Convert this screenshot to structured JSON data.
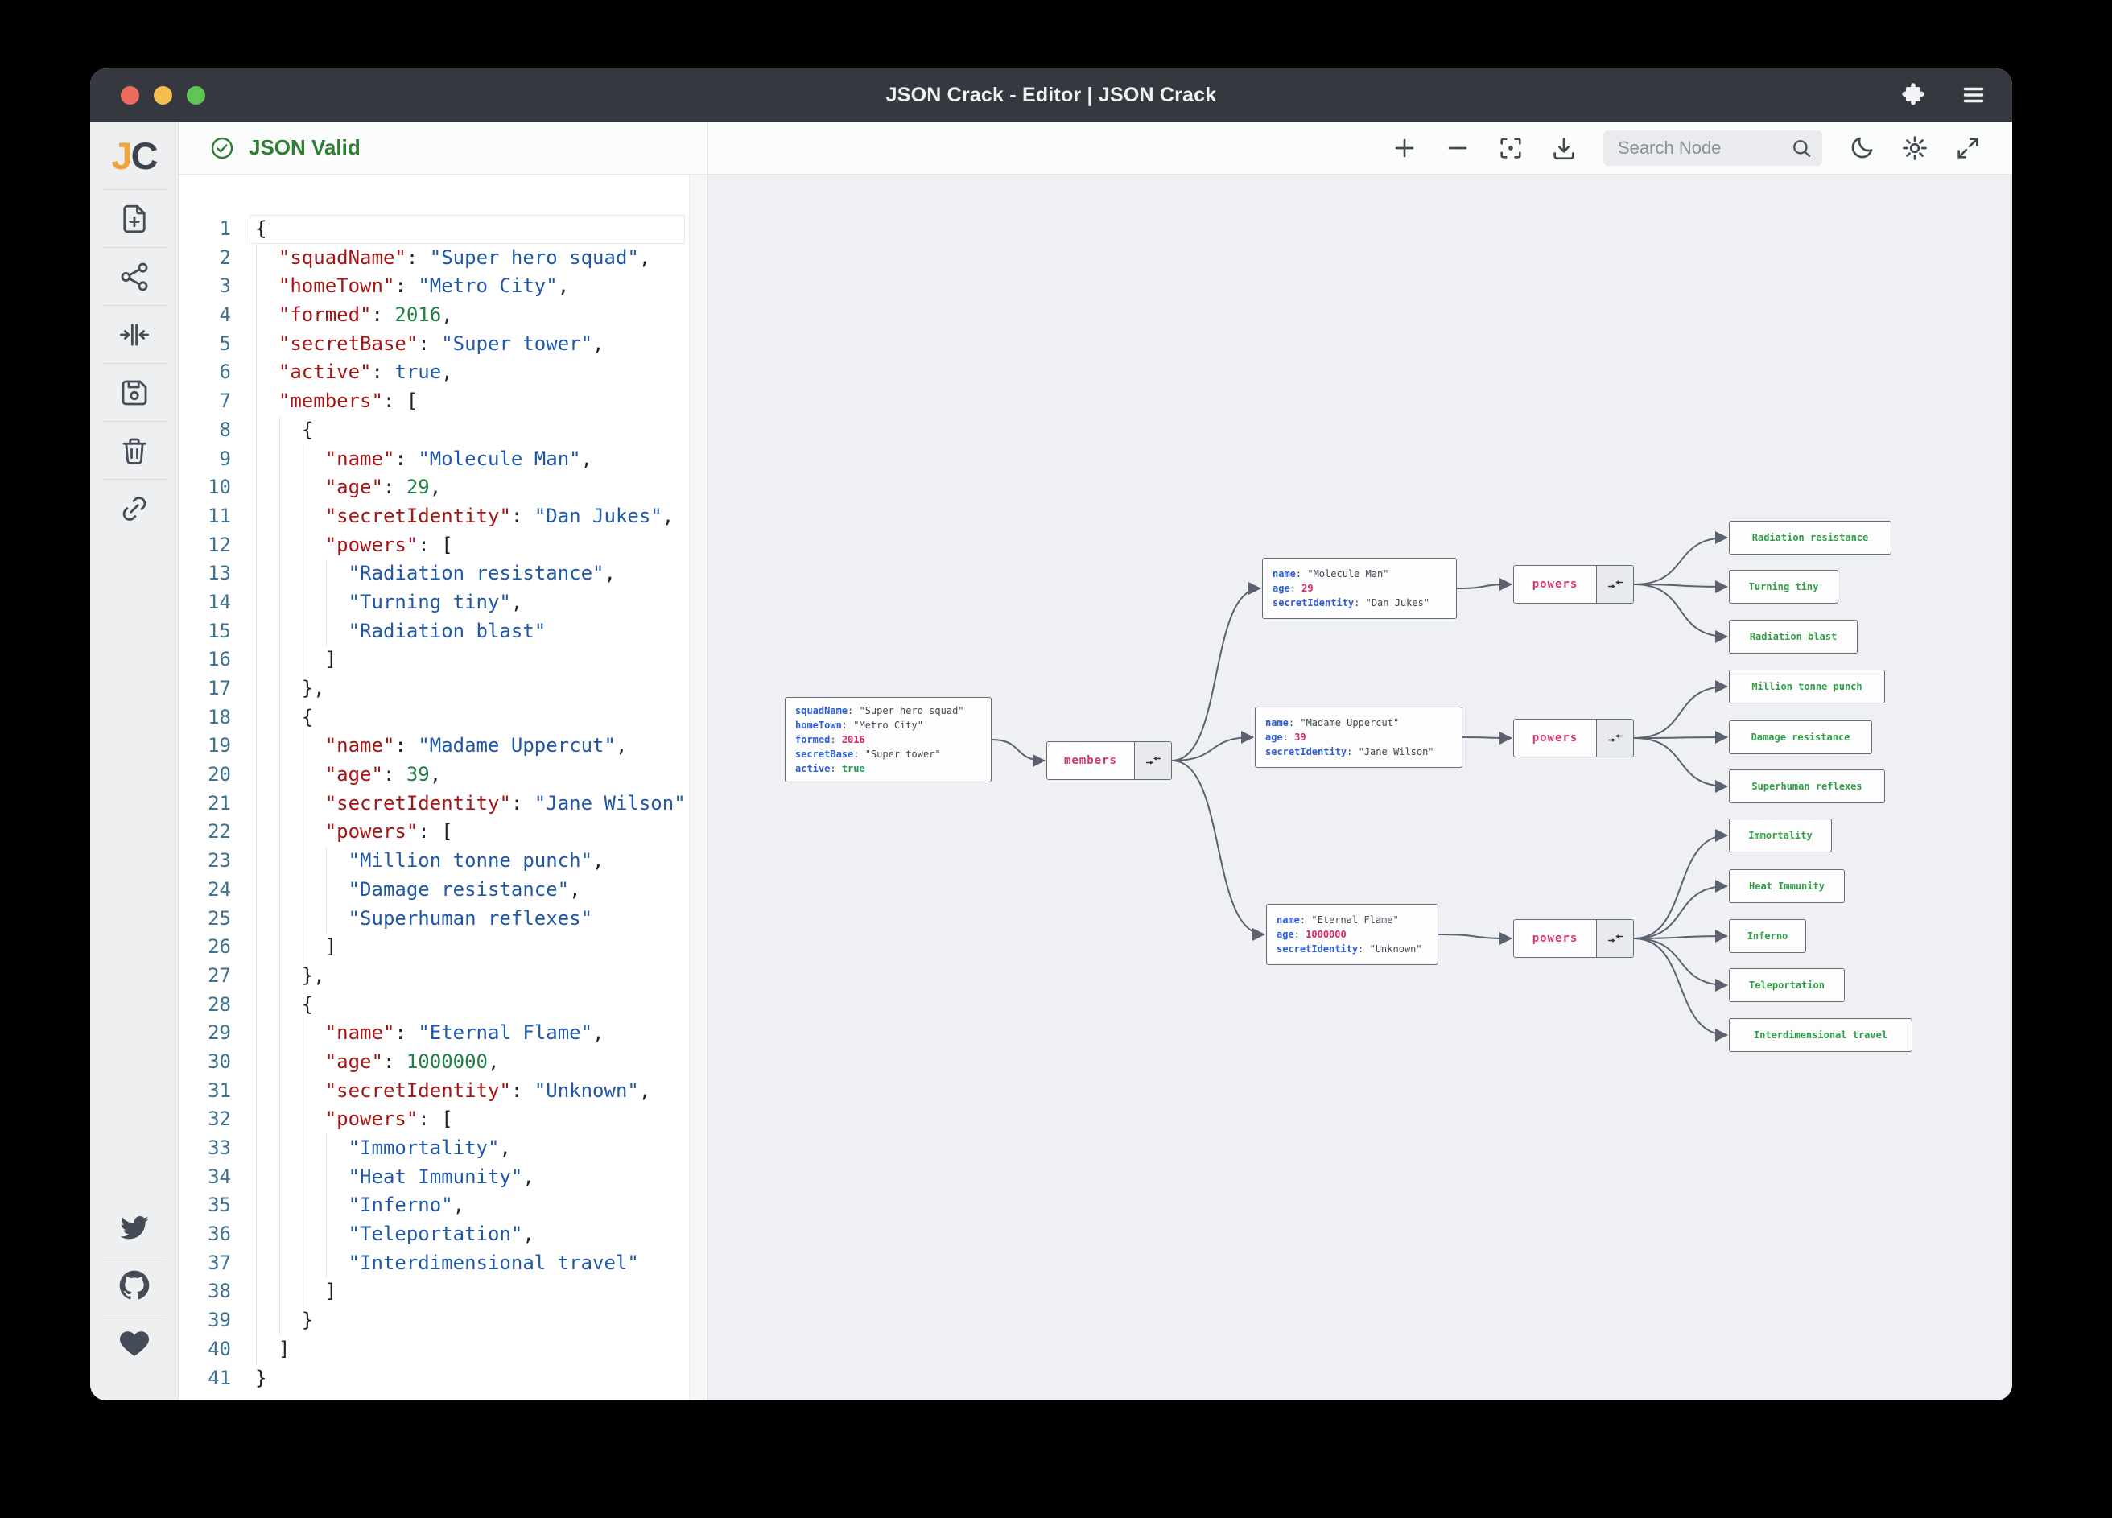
{
  "window": {
    "title": "JSON Crack - Editor | JSON Crack"
  },
  "titlebar": {
    "icons": [
      "close",
      "minimize",
      "zoom",
      "extension-puzzle",
      "menu"
    ]
  },
  "sidebar": {
    "logo": {
      "j": "J",
      "c": "C"
    },
    "icons": [
      "new-file",
      "graph-view",
      "collapse-horizontal",
      "save",
      "delete",
      "link",
      "twitter",
      "github",
      "sponsor-heart"
    ]
  },
  "editor": {
    "status": "JSON Valid",
    "lines": [
      [
        [
          "p",
          "{"
        ]
      ],
      [
        [
          "p",
          "  "
        ],
        [
          "k",
          "\"squadName\""
        ],
        [
          "p",
          ": "
        ],
        [
          "s",
          "\"Super hero squad\""
        ],
        [
          "p",
          ","
        ]
      ],
      [
        [
          "p",
          "  "
        ],
        [
          "k",
          "\"homeTown\""
        ],
        [
          "p",
          ": "
        ],
        [
          "s",
          "\"Metro City\""
        ],
        [
          "p",
          ","
        ]
      ],
      [
        [
          "p",
          "  "
        ],
        [
          "k",
          "\"formed\""
        ],
        [
          "p",
          ": "
        ],
        [
          "n",
          "2016"
        ],
        [
          "p",
          ","
        ]
      ],
      [
        [
          "p",
          "  "
        ],
        [
          "k",
          "\"secretBase\""
        ],
        [
          "p",
          ": "
        ],
        [
          "s",
          "\"Super tower\""
        ],
        [
          "p",
          ","
        ]
      ],
      [
        [
          "p",
          "  "
        ],
        [
          "k",
          "\"active\""
        ],
        [
          "p",
          ": "
        ],
        [
          "b",
          "true"
        ],
        [
          "p",
          ","
        ]
      ],
      [
        [
          "p",
          "  "
        ],
        [
          "k",
          "\"members\""
        ],
        [
          "p",
          ": ["
        ]
      ],
      [
        [
          "p",
          "    {"
        ]
      ],
      [
        [
          "p",
          "      "
        ],
        [
          "k",
          "\"name\""
        ],
        [
          "p",
          ": "
        ],
        [
          "s",
          "\"Molecule Man\""
        ],
        [
          "p",
          ","
        ]
      ],
      [
        [
          "p",
          "      "
        ],
        [
          "k",
          "\"age\""
        ],
        [
          "p",
          ": "
        ],
        [
          "n",
          "29"
        ],
        [
          "p",
          ","
        ]
      ],
      [
        [
          "p",
          "      "
        ],
        [
          "k",
          "\"secretIdentity\""
        ],
        [
          "p",
          ": "
        ],
        [
          "s",
          "\"Dan Jukes\""
        ],
        [
          "p",
          ","
        ]
      ],
      [
        [
          "p",
          "      "
        ],
        [
          "k",
          "\"powers\""
        ],
        [
          "p",
          ": ["
        ]
      ],
      [
        [
          "p",
          "        "
        ],
        [
          "s",
          "\"Radiation resistance\""
        ],
        [
          "p",
          ","
        ]
      ],
      [
        [
          "p",
          "        "
        ],
        [
          "s",
          "\"Turning tiny\""
        ],
        [
          "p",
          ","
        ]
      ],
      [
        [
          "p",
          "        "
        ],
        [
          "s",
          "\"Radiation blast\""
        ]
      ],
      [
        [
          "p",
          "      ]"
        ]
      ],
      [
        [
          "p",
          "    },"
        ]
      ],
      [
        [
          "p",
          "    {"
        ]
      ],
      [
        [
          "p",
          "      "
        ],
        [
          "k",
          "\"name\""
        ],
        [
          "p",
          ": "
        ],
        [
          "s",
          "\"Madame Uppercut\""
        ],
        [
          "p",
          ","
        ]
      ],
      [
        [
          "p",
          "      "
        ],
        [
          "k",
          "\"age\""
        ],
        [
          "p",
          ": "
        ],
        [
          "n",
          "39"
        ],
        [
          "p",
          ","
        ]
      ],
      [
        [
          "p",
          "      "
        ],
        [
          "k",
          "\"secretIdentity\""
        ],
        [
          "p",
          ": "
        ],
        [
          "s",
          "\"Jane Wilson\""
        ],
        [
          "p",
          ","
        ]
      ],
      [
        [
          "p",
          "      "
        ],
        [
          "k",
          "\"powers\""
        ],
        [
          "p",
          ": ["
        ]
      ],
      [
        [
          "p",
          "        "
        ],
        [
          "s",
          "\"Million tonne punch\""
        ],
        [
          "p",
          ","
        ]
      ],
      [
        [
          "p",
          "        "
        ],
        [
          "s",
          "\"Damage resistance\""
        ],
        [
          "p",
          ","
        ]
      ],
      [
        [
          "p",
          "        "
        ],
        [
          "s",
          "\"Superhuman reflexes\""
        ]
      ],
      [
        [
          "p",
          "      ]"
        ]
      ],
      [
        [
          "p",
          "    },"
        ]
      ],
      [
        [
          "p",
          "    {"
        ]
      ],
      [
        [
          "p",
          "      "
        ],
        [
          "k",
          "\"name\""
        ],
        [
          "p",
          ": "
        ],
        [
          "s",
          "\"Eternal Flame\""
        ],
        [
          "p",
          ","
        ]
      ],
      [
        [
          "p",
          "      "
        ],
        [
          "k",
          "\"age\""
        ],
        [
          "p",
          ": "
        ],
        [
          "n",
          "1000000"
        ],
        [
          "p",
          ","
        ]
      ],
      [
        [
          "p",
          "      "
        ],
        [
          "k",
          "\"secretIdentity\""
        ],
        [
          "p",
          ": "
        ],
        [
          "s",
          "\"Unknown\""
        ],
        [
          "p",
          ","
        ]
      ],
      [
        [
          "p",
          "      "
        ],
        [
          "k",
          "\"powers\""
        ],
        [
          "p",
          ": ["
        ]
      ],
      [
        [
          "p",
          "        "
        ],
        [
          "s",
          "\"Immortality\""
        ],
        [
          "p",
          ","
        ]
      ],
      [
        [
          "p",
          "        "
        ],
        [
          "s",
          "\"Heat Immunity\""
        ],
        [
          "p",
          ","
        ]
      ],
      [
        [
          "p",
          "        "
        ],
        [
          "s",
          "\"Inferno\""
        ],
        [
          "p",
          ","
        ]
      ],
      [
        [
          "p",
          "        "
        ],
        [
          "s",
          "\"Teleportation\""
        ],
        [
          "p",
          ","
        ]
      ],
      [
        [
          "p",
          "        "
        ],
        [
          "s",
          "\"Interdimensional travel\""
        ]
      ],
      [
        [
          "p",
          "      ]"
        ]
      ],
      [
        [
          "p",
          "    }"
        ]
      ],
      [
        [
          "p",
          "  ]"
        ]
      ],
      [
        [
          "p",
          "}"
        ]
      ]
    ]
  },
  "toolbar": {
    "search_placeholder": "Search Node",
    "icons": [
      "zoom-in",
      "zoom-out",
      "focus",
      "download",
      "search",
      "dark-mode-moon",
      "settings-gear",
      "fullscreen"
    ]
  },
  "graph": {
    "members_label": "members",
    "powers_label": "powers",
    "nodes": {
      "root": {
        "rows": [
          [
            "squadName",
            "\"Super hero squad\"",
            "s"
          ],
          [
            "homeTown",
            "\"Metro City\"",
            "s"
          ],
          [
            "formed",
            "2016",
            "n"
          ],
          [
            "secretBase",
            "\"Super tower\"",
            "s"
          ],
          [
            "active",
            "true",
            "b"
          ]
        ]
      },
      "m1": {
        "rows": [
          [
            "name",
            "\"Molecule Man\"",
            "s"
          ],
          [
            "age",
            "29",
            "n"
          ],
          [
            "secretIdentity",
            "\"Dan Jukes\"",
            "s"
          ]
        ]
      },
      "m2": {
        "rows": [
          [
            "name",
            "\"Madame Uppercut\"",
            "s"
          ],
          [
            "age",
            "39",
            "n"
          ],
          [
            "secretIdentity",
            "\"Jane Wilson\"",
            "s"
          ]
        ]
      },
      "m3": {
        "rows": [
          [
            "name",
            "\"Eternal Flame\"",
            "s"
          ],
          [
            "age",
            "1000000",
            "n"
          ],
          [
            "secretIdentity",
            "\"Unknown\"",
            "s"
          ]
        ]
      }
    },
    "leaves": [
      "Radiation resistance",
      "Turning tiny",
      "Radiation blast",
      "Million tonne punch",
      "Damage resistance",
      "Superhuman reflexes",
      "Immortality",
      "Heat Immunity",
      "Inferno",
      "Teleportation",
      "Interdimensional travel"
    ]
  },
  "colors": {
    "titlebar_bg": "#35393f",
    "traffic": [
      "#ed6a5e",
      "#f5bf4f",
      "#61c554"
    ],
    "valid_green": "#2e7d32",
    "editor_key": "#a31515",
    "editor_string": "#2057a7",
    "editor_number": "#218043",
    "line_number": "#3d7390",
    "graph_bg": "#eef0f3",
    "graph_key": "#2d5dd7",
    "graph_number": "#e0245e",
    "graph_bool": "#1f9d4f",
    "graph_label": "#d6336c",
    "graph_leaf": "#2f9e44",
    "edge": "#5a6270"
  }
}
